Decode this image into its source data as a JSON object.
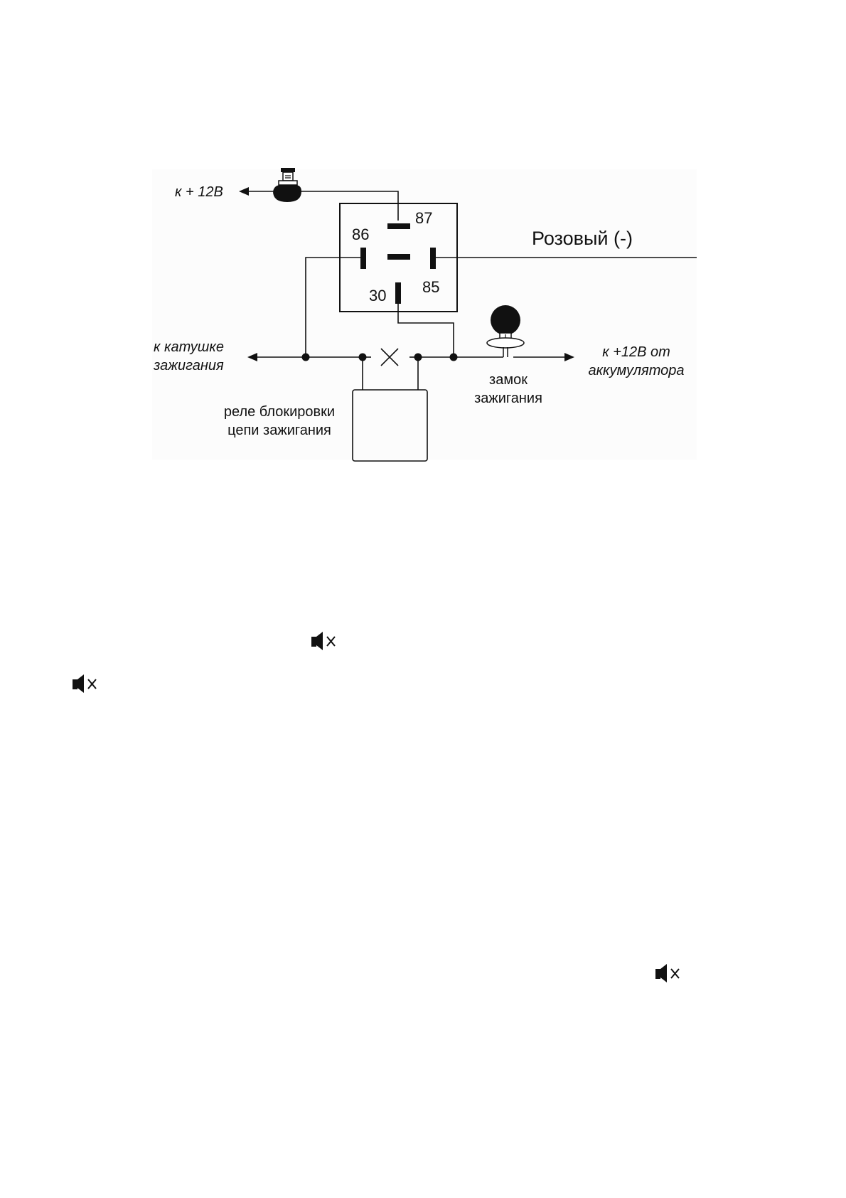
{
  "labels": {
    "to_12v": "к + 12В",
    "pin_87": "87",
    "pin_86": "86",
    "pin_30": "30",
    "pin_85": "85",
    "pink_wire": "Розовый (-)",
    "coil_line1": "к  катушке",
    "coil_line2": "зажигания",
    "battery_line1": "к  +12В от",
    "battery_line2": "аккумулятора",
    "ignition_lock_line1": "замок",
    "ignition_lock_line2": "зажигания",
    "block_relay_line1": "реле блокировки",
    "block_relay_line2": "цепи зажигания"
  },
  "icons": {
    "speaker_mute_icon": "speaker-mute-icon"
  },
  "colors": {
    "ink": "#111111",
    "background": "#ffffff"
  }
}
